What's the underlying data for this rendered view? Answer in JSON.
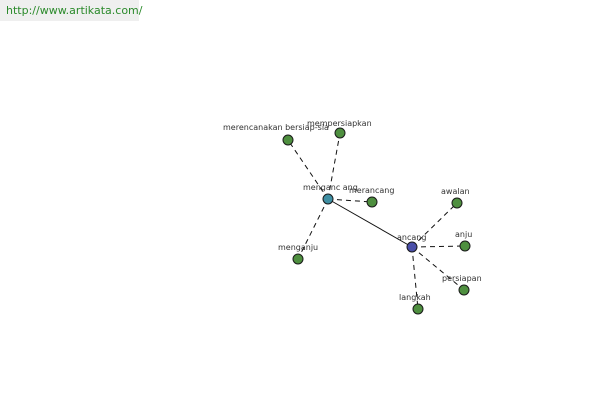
{
  "header": {
    "url": "http://www.artikata.com/"
  },
  "graph": {
    "node_color_primary": "#4a4fa8",
    "node_color_secondary": "#3f8fa3",
    "node_color_leaf": "#4e8f3f",
    "edge_color": "#111111",
    "nodes": [
      {
        "id": "ancang",
        "label": "ancang",
        "kind": "primary"
      },
      {
        "id": "menganc",
        "label": "menganc ang",
        "kind": "secondary"
      },
      {
        "id": "merencanakan",
        "label": "merencanakan bersiap-sia",
        "kind": "leaf"
      },
      {
        "id": "mempersiapkan",
        "label": "mempersiapkan",
        "kind": "leaf"
      },
      {
        "id": "merancang",
        "label": "merancang",
        "kind": "leaf"
      },
      {
        "id": "menganju",
        "label": "menganju",
        "kind": "leaf"
      },
      {
        "id": "awalan",
        "label": "awalan",
        "kind": "leaf"
      },
      {
        "id": "anju",
        "label": "anju",
        "kind": "leaf"
      },
      {
        "id": "persiapan",
        "label": "persiapan",
        "kind": "leaf"
      },
      {
        "id": "langkah",
        "label": "langkah",
        "kind": "leaf"
      }
    ],
    "edges": [
      {
        "from": "menganc",
        "to": "ancang",
        "style": "solid"
      },
      {
        "from": "menganc",
        "to": "merencanakan",
        "style": "dashed"
      },
      {
        "from": "menganc",
        "to": "mempersiapkan",
        "style": "dashed"
      },
      {
        "from": "menganc",
        "to": "merancang",
        "style": "dashed"
      },
      {
        "from": "menganc",
        "to": "menganju",
        "style": "dashed"
      },
      {
        "from": "ancang",
        "to": "awalan",
        "style": "dashed"
      },
      {
        "from": "ancang",
        "to": "anju",
        "style": "dashed"
      },
      {
        "from": "ancang",
        "to": "persiapan",
        "style": "dashed"
      },
      {
        "from": "ancang",
        "to": "langkah",
        "style": "dashed"
      }
    ]
  }
}
